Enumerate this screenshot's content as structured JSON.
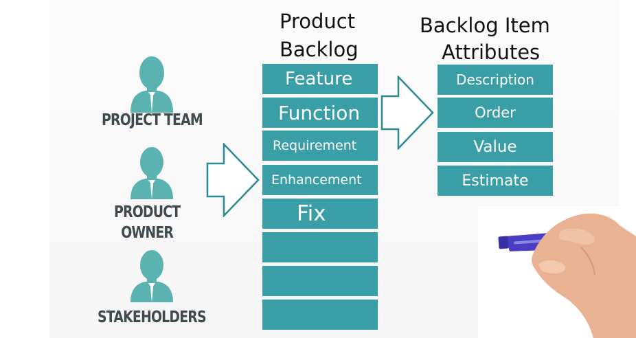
{
  "headings": {
    "backlog_line1": "Product",
    "backlog_line2": "Backlog",
    "attributes_line1": "Backlog Item",
    "attributes_line2": "Attributes"
  },
  "roles": [
    {
      "label": "PROJECT TEAM",
      "icon": "person-icon"
    },
    {
      "label": "PRODUCT\nOWNER",
      "icon": "person-icon"
    },
    {
      "label": "STAKEHOLDERS",
      "icon": "person-icon"
    }
  ],
  "backlog_items": [
    "Feature",
    "Function",
    "Requirement",
    "Enhancement",
    "Fix",
    "",
    "",
    ""
  ],
  "attributes": [
    "Description",
    "Order",
    "Value",
    "Estimate"
  ],
  "colors": {
    "teal": "#3a9ea6",
    "person": "#5ab3b0",
    "arrow_outline": "#2b8a8f",
    "label": "#3f4a4e",
    "marker": "#4a3fc4"
  }
}
